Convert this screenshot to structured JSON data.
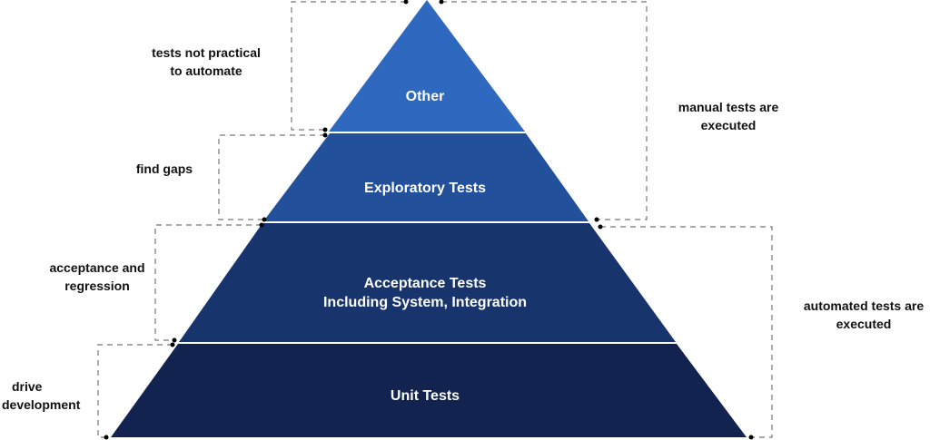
{
  "tiers": [
    {
      "label": "Other",
      "color": "#2e69bf"
    },
    {
      "label": "Exploratory Tests",
      "color": "#22509a"
    },
    {
      "label_line1": "Acceptance Tests",
      "label_line2": "Including System,  Integration",
      "color": "#18346c"
    },
    {
      "label": "Unit Tests",
      "color": "#12234f"
    }
  ],
  "annotations": {
    "other_line1": "tests not practical",
    "other_line2": "to automate",
    "exploratory": "find gaps",
    "acceptance_line1": "acceptance and",
    "acceptance_line2": "regression",
    "unit_line1": "drive",
    "unit_line2": "development",
    "manual_line1": "manual tests are",
    "manual_line2": "executed",
    "automated_line1": "automated tests are",
    "automated_line2": "executed"
  }
}
